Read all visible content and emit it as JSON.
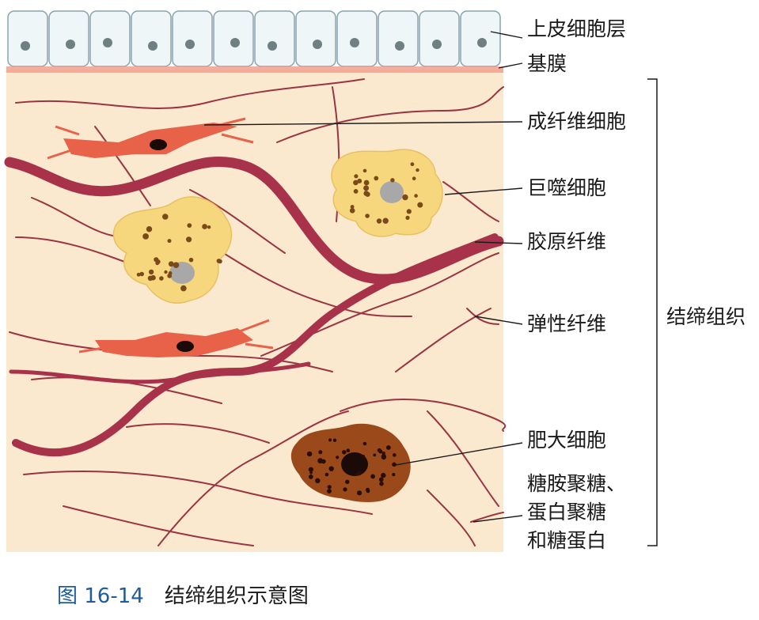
{
  "labels": {
    "epithelium": "上皮细胞层",
    "basement_membrane": "基膜",
    "fibroblast": "成纤维细胞",
    "macrophage": "巨噬细胞",
    "collagen_fiber": "胶原纤维",
    "elastic_fiber": "弹性纤维",
    "mast_cell": "肥大细胞",
    "ground_substance_line1": "糖胺聚糖、",
    "ground_substance_line2": "蛋白聚糖",
    "ground_substance_line3": "和糖蛋白",
    "connective_tissue": "结缔组织"
  },
  "caption": {
    "number": "图 16-14",
    "title": "结缔组织示意图"
  },
  "colors": {
    "tissue_background": "#fbe9cf",
    "epithelium_fill": "#eef6f8",
    "basement_membrane": "#f2a08e",
    "collagen_fiber": "#a8324a",
    "elastic_fiber": "#9b3442",
    "fibroblast": "#e8624a",
    "macrophage": "#f6d77e",
    "mast_cell": "#9a4a1a",
    "caption_number": "#1f5c9c"
  }
}
